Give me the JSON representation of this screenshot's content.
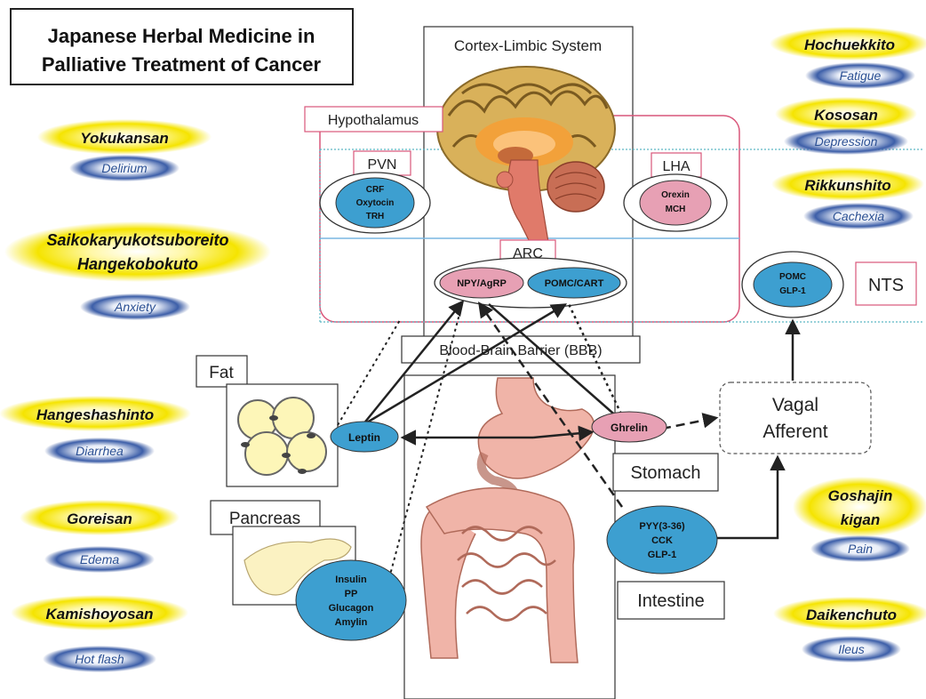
{
  "title_line1": "Japanese Herbal Medicine in",
  "title_line2": "Palliative Treatment of Cancer",
  "regions": {
    "cortex": "Cortex-Limbic System",
    "hypothalamus": "Hypothalamus",
    "pvn": "PVN",
    "lha": "LHA",
    "arc": "ARC",
    "nts": "NTS",
    "bbb": "Blood-Brain Barrier (BBB)",
    "fat": "Fat",
    "pancreas": "Pancreas",
    "stomach": "Stomach",
    "intestine": "Intestine",
    "vagal_1": "Vagal",
    "vagal_2": "Afferent"
  },
  "neuro": {
    "pvn_1": "CRF",
    "pvn_2": "Oxytocin",
    "pvn_3": "TRH",
    "lha_1": "Orexin",
    "lha_2": "MCH",
    "arc_npy": "NPY/AgRP",
    "arc_pomc": "POMC/CART",
    "nts_1": "POMC",
    "nts_2": "GLP-1"
  },
  "hormones": {
    "leptin": "Leptin",
    "ghrelin": "Ghrelin",
    "gut_1": "PYY(3-36)",
    "gut_2": "CCK",
    "gut_3": "GLP-1",
    "panc_1": "Insulin",
    "panc_2": "PP",
    "panc_3": "Glucagon",
    "panc_4": "Amylin"
  },
  "medicines_left": [
    {
      "name": "Yokukansan",
      "symptom": "Delirium"
    },
    {
      "name": "Saikokaryukotsuboreito",
      "name2": "Hangekobokuto",
      "symptom": "Anxiety"
    },
    {
      "name": "Hangeshashinto",
      "symptom": "Diarrhea"
    },
    {
      "name": "Goreisan",
      "symptom": "Edema"
    },
    {
      "name": "Kamishoyosan",
      "symptom": "Hot flash"
    }
  ],
  "medicines_right": [
    {
      "name": "Hochuekkito",
      "symptom": "Fatigue"
    },
    {
      "name": "Kososan",
      "symptom": "Depression"
    },
    {
      "name": "Rikkunshito",
      "symptom": "Cachexia"
    },
    {
      "name": "Goshajin",
      "name2": "kigan",
      "symptom": "Pain"
    },
    {
      "name": "Daikenchuto",
      "symptom": "Ileus"
    }
  ],
  "colors": {
    "yellow_glow": "#f5e400",
    "blue_glow": "#2d4e9b",
    "cyan_node": "#3d9fd0",
    "pink_node": "#e7a0b4",
    "hypothalamus_border": "#d9567a",
    "dotted_cyan": "#5cb8c4",
    "blue_line": "#7ab7e2"
  }
}
